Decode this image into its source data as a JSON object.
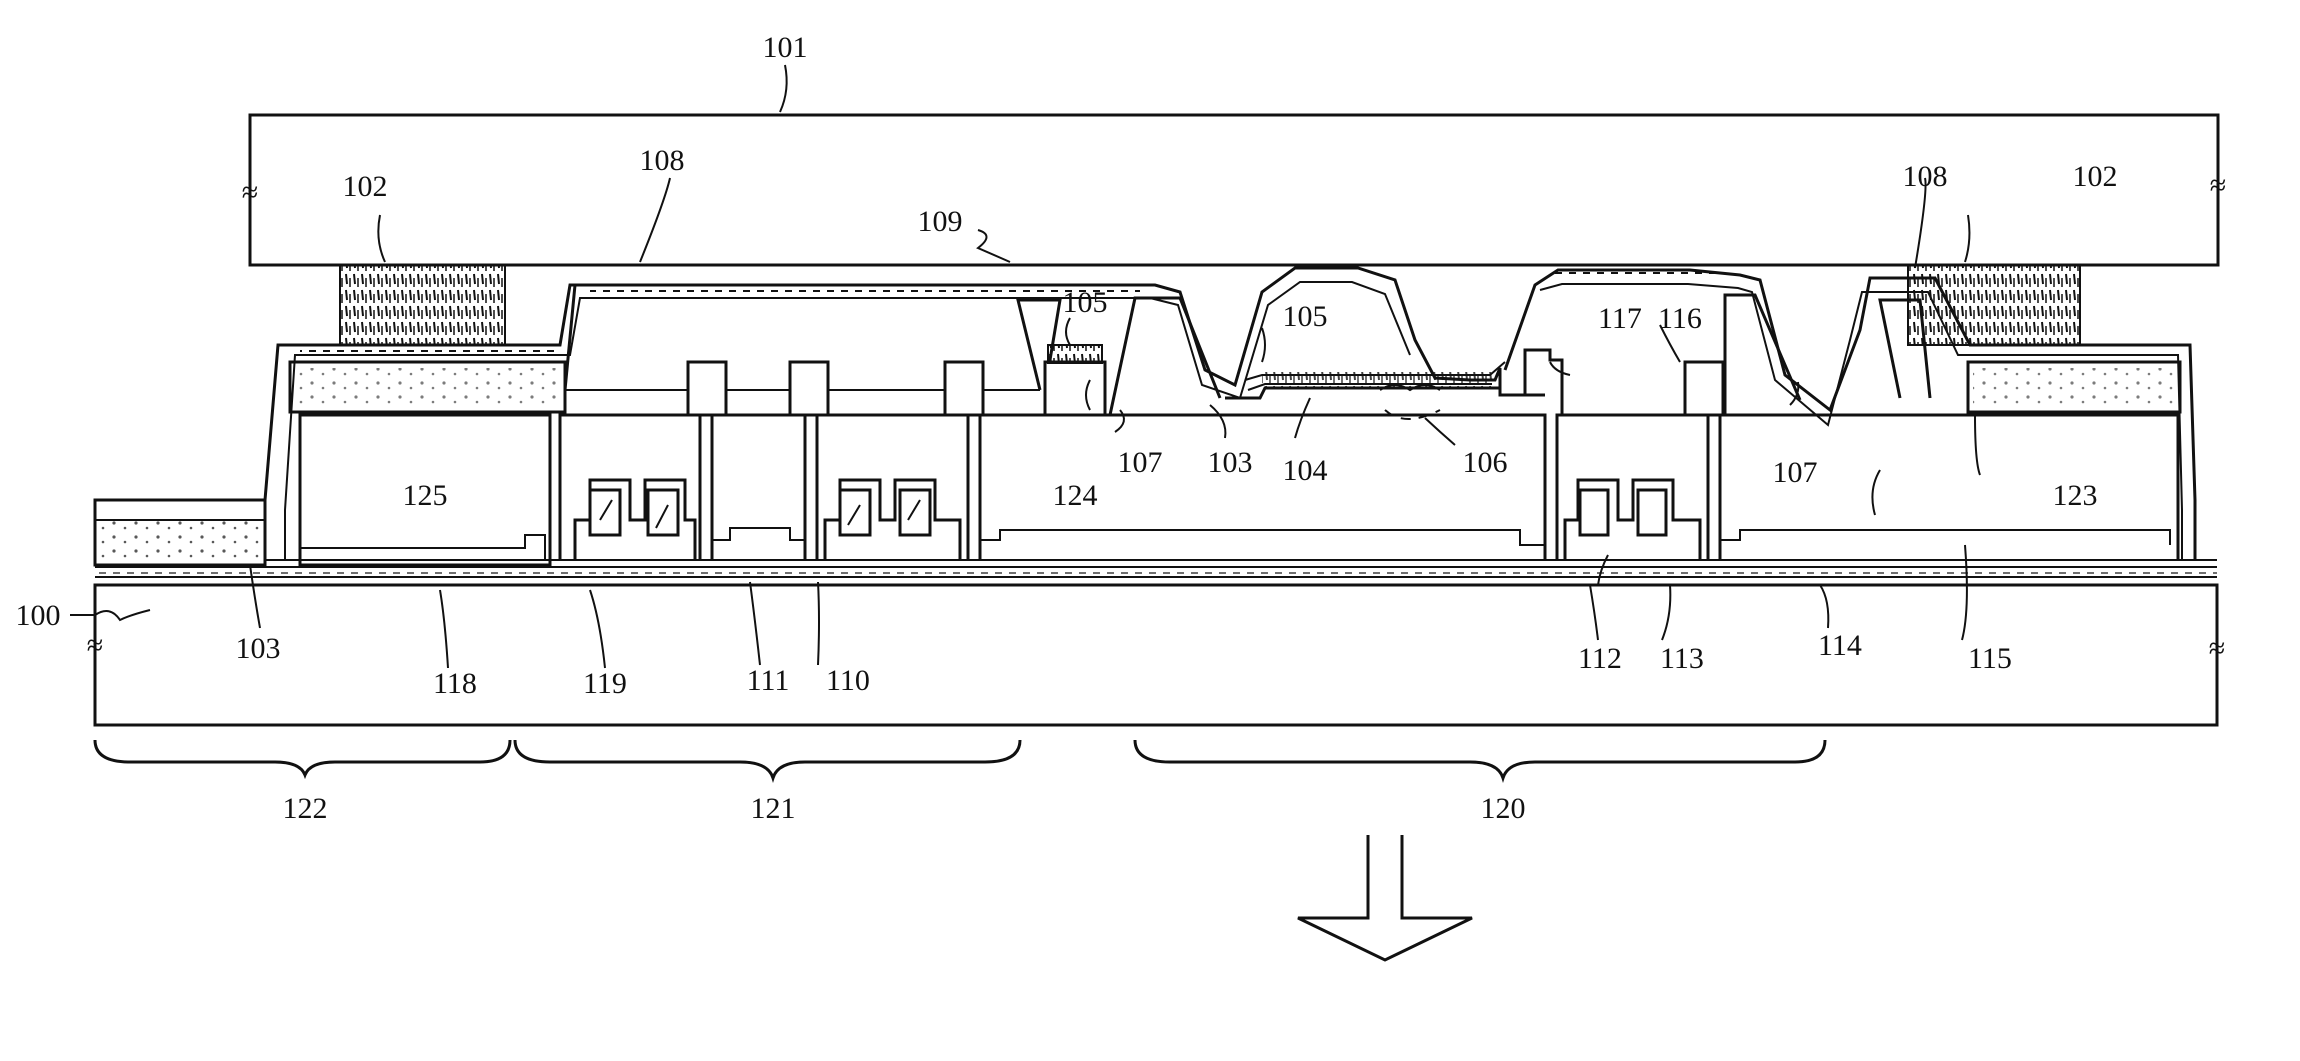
{
  "figure": {
    "labels": {
      "l100": "100",
      "l101": "101",
      "l102a": "102",
      "l102b": "102",
      "l103a": "103",
      "l103b": "103",
      "l104": "104",
      "l105a": "105",
      "l105b": "105",
      "l106": "106",
      "l107a": "107",
      "l107b": "107",
      "l108a": "108",
      "l108b": "108",
      "l109": "109",
      "l110": "110",
      "l111": "111",
      "l112": "112",
      "l113": "113",
      "l114": "114",
      "l115": "115",
      "l116": "116",
      "l117": "117",
      "l118": "118",
      "l119": "119",
      "l120": "120",
      "l121": "121",
      "l122": "122",
      "l123": "123",
      "l124": "124",
      "l125": "125"
    },
    "break_marks": {
      "left_top": "≈",
      "right_top": "≈",
      "left_sub": "≈",
      "right_sub": "≈"
    }
  }
}
